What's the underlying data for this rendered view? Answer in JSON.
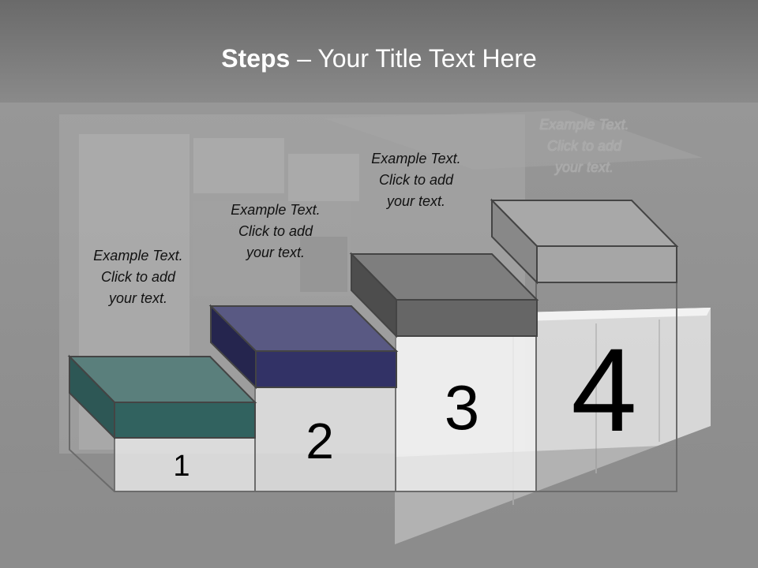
{
  "slide": {
    "title_bold": "Steps",
    "title_rest": " – Your Title Text Here"
  },
  "steps": [
    {
      "number": "1",
      "text_line1": "Example Text.",
      "text_line2": "Click  to add",
      "text_line3": "your text.",
      "color": "#2f6b68"
    },
    {
      "number": "2",
      "text_line1": "Example Text.",
      "text_line2": "Click  to add",
      "text_line3": "your text.",
      "color": "#2f2f66"
    },
    {
      "number": "3",
      "text_line1": "Example Text.",
      "text_line2": "Click  to add",
      "text_line3": "your text.",
      "color": "#666666"
    },
    {
      "number": "4",
      "text_line1": "Example Text.",
      "text_line2": "Click  to add",
      "text_line3": "your text.",
      "color": "#a6a6a6"
    }
  ]
}
